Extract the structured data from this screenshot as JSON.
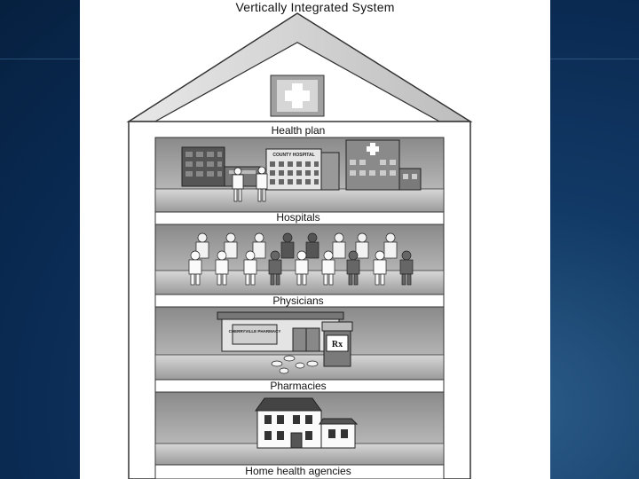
{
  "title": "Vertically Integrated System",
  "floors": [
    {
      "label": "Health plan"
    },
    {
      "label": "Hospitals"
    },
    {
      "label": "Physicians"
    },
    {
      "label": "Pharmacies"
    },
    {
      "label": "Home health agencies"
    }
  ],
  "signs": {
    "hospital": "COUNTY HOSPITAL",
    "pharmacy": "CHERRYVILLE PHARMACY",
    "rx": "Rx"
  }
}
